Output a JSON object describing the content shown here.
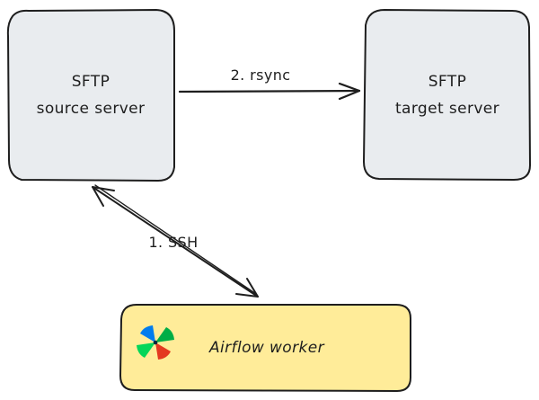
{
  "colors": {
    "server_fill": "#e9ecef",
    "worker_fill": "#ffec99",
    "stroke": "#1e1e1e"
  },
  "nodes": {
    "source": {
      "line1": "SFTP",
      "line2": "source server"
    },
    "target": {
      "line1": "SFTP",
      "line2": "target server"
    },
    "worker": {
      "label": "Airflow worker",
      "icon": "airflow-pinwheel-logo"
    }
  },
  "edges": {
    "ssh": {
      "label": "1. SSH"
    },
    "rsync": {
      "label": "2. rsync"
    }
  }
}
